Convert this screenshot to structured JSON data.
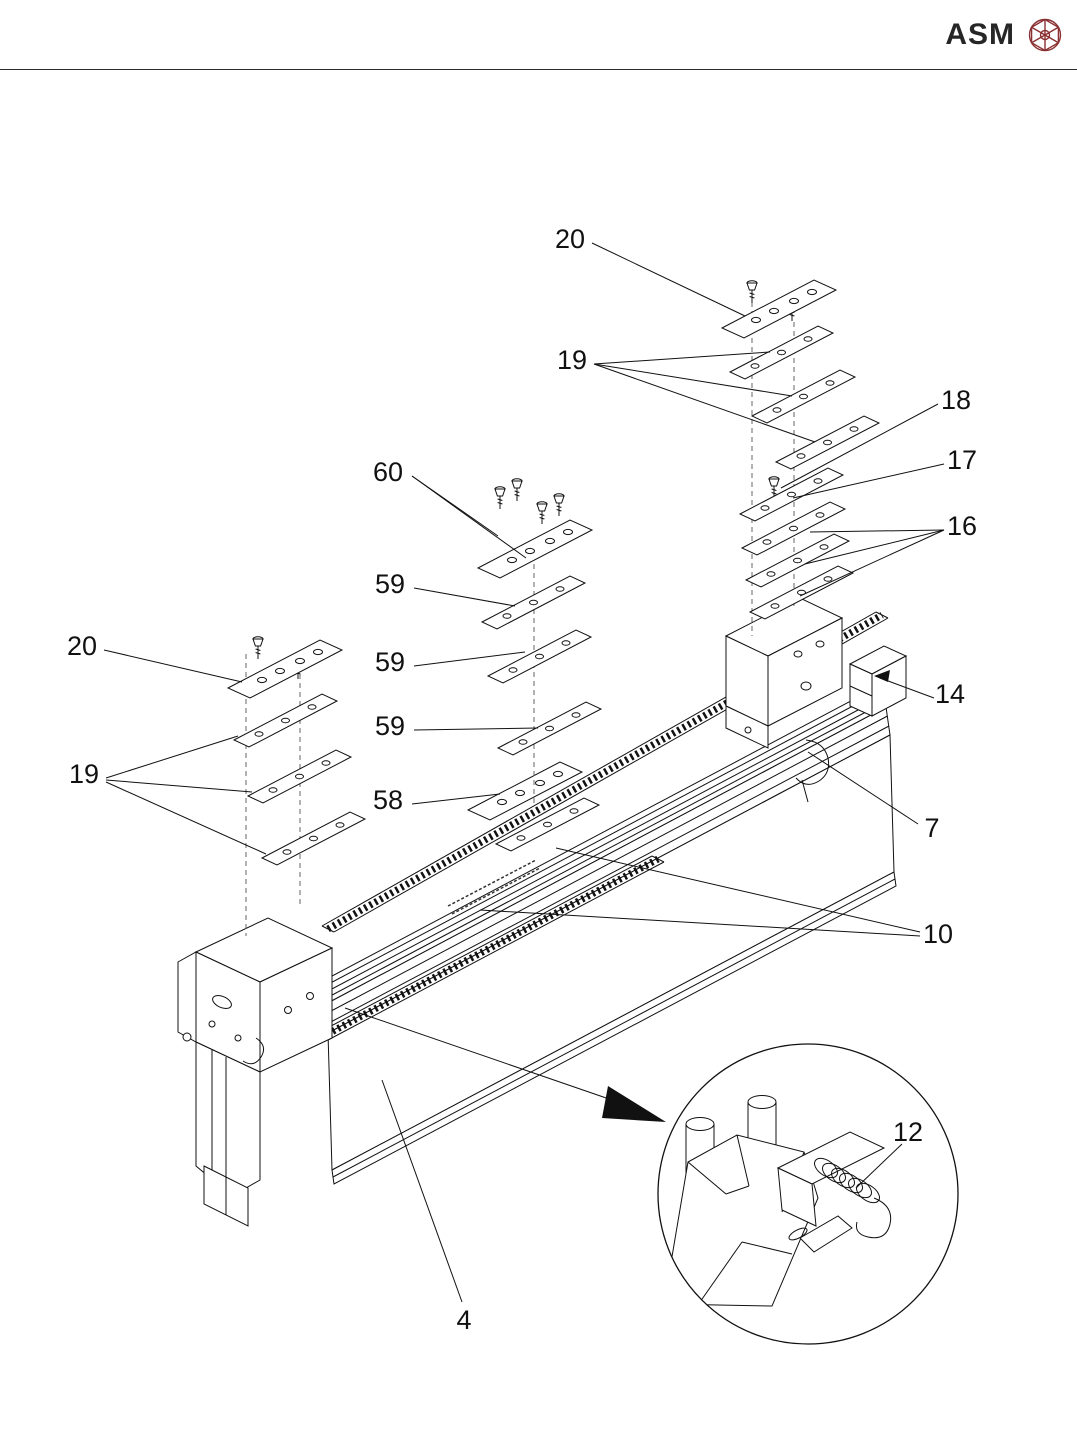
{
  "header": {
    "logo_text": "ASM",
    "logo_icon": "asm-crystal-icon"
  },
  "diagram": {
    "type": "exploded-parts-diagram",
    "callouts": {
      "top_20": "20",
      "top_19": "19",
      "n18": "18",
      "n17": "17",
      "n16": "16",
      "n60": "60",
      "n59_1": "59",
      "n59_2": "59",
      "n59_3": "59",
      "n58": "58",
      "left_20": "20",
      "left_19": "19",
      "n14": "14",
      "n7": "7",
      "n10": "10",
      "n12": "12",
      "n4": "4"
    }
  }
}
